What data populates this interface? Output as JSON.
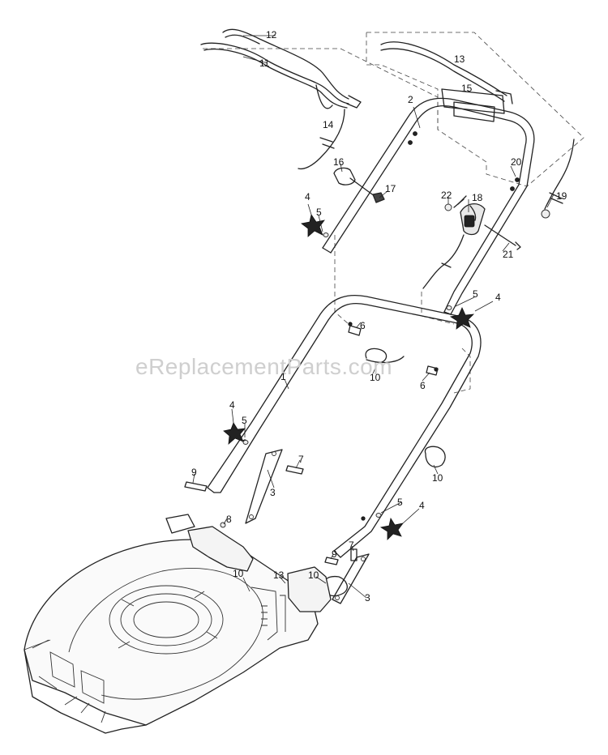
{
  "watermark": "eReplacementParts.com",
  "callouts": {
    "c1": "1",
    "c2": "2",
    "c3a": "3",
    "c3b": "3",
    "c4a": "4",
    "c4b": "4",
    "c4c": "4",
    "c4d": "4",
    "c5a": "5",
    "c5b": "5",
    "c5c": "5",
    "c5d": "5",
    "c6a": "6",
    "c6b": "6",
    "c7a": "7",
    "c7b": "7",
    "c8": "8",
    "c9a": "9",
    "c9b": "9",
    "c10a": "10",
    "c10b": "10",
    "c10c": "10",
    "c10d": "10",
    "c11": "11",
    "c12": "12",
    "c13a": "13",
    "c13b": "13",
    "c14": "14",
    "c15": "15",
    "c16": "16",
    "c17": "17",
    "c18": "18",
    "c19": "19",
    "c20": "20",
    "c21": "21",
    "c22": "22"
  }
}
